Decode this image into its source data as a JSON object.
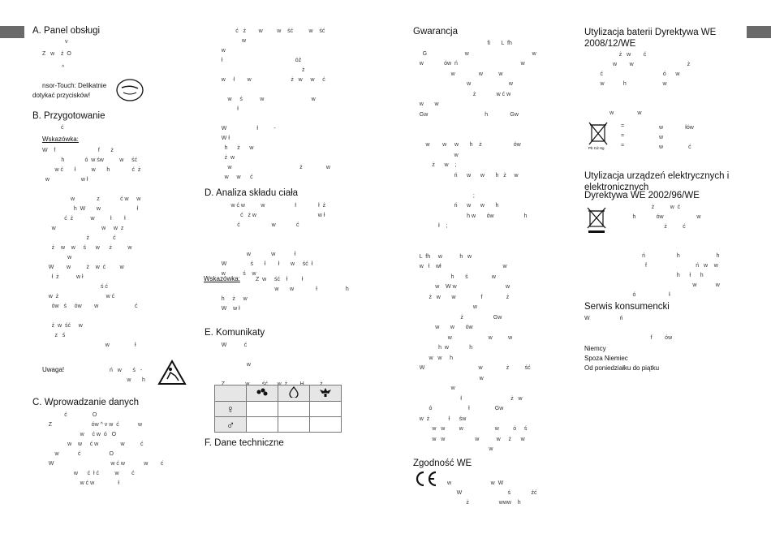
{
  "headings": {
    "a": "A. Panel obsługi",
    "b": "B. Przygotowanie",
    "c": "C. Wprowadzanie danych",
    "d": "D. Analiza składu ciała",
    "e": "E. Komunikaty",
    "f": "F. Dane techniczne",
    "gwarancja": "Gwarancja",
    "zgodnosc": "Zgodność WE",
    "baterii": "Utylizacja baterii Dyrektywa WE 2008/12/WE",
    "elektro1": "Utylizacja urządzeń elektrycznych i elektronicznych",
    "elektro2": "Dyrektywa WE 2002/96/WE",
    "serwis": "Serwis konsumencki"
  },
  "labels": {
    "sensor_touch": "nsor-Touch: Delikatnie",
    "sensor_touch2": "dotykać przycisków!",
    "wskazowka1": "Wskazówka:",
    "wskazowka2": "Wskazówka:",
    "uwaga": "Uwaga!",
    "niemcy1": "Niemcy",
    "niemcy2": "Spoza Niemiec",
    "niemcy3": "Od poniedziałku do piątku",
    "battery_eq1": "=",
    "battery_eq2": "=",
    "battery_eq3": "="
  },
  "table": {
    "female_symbol": "♀",
    "male_symbol": "♂",
    "icons": [
      "fat-drops-icon",
      "water-drop-icon",
      "muscle-icon"
    ]
  }
}
